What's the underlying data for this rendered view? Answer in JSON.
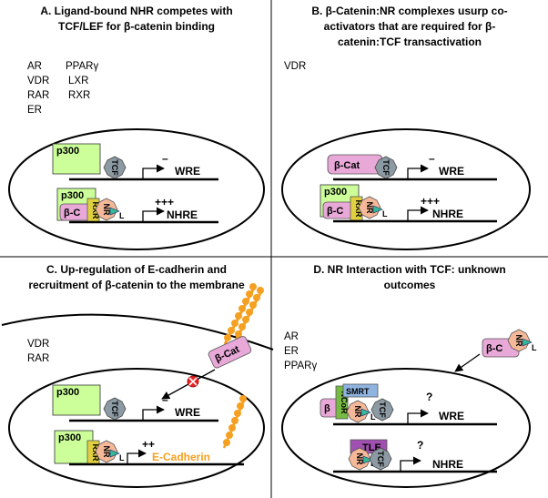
{
  "panels": {
    "a": {
      "title_line1": "A. Ligand-bound NHR competes with",
      "title_line2": "TCF/LEF for β-catenin binding",
      "ligands": [
        "AR",
        "PPARγ",
        "VDR",
        "LXR",
        "RAR",
        "RXR",
        "ER"
      ],
      "p300": "p300",
      "tcf": "TCF",
      "minus": "–",
      "wre": "WRE",
      "plus3": "+++",
      "nhre": "NHRE",
      "bc": "β-C",
      "rxr": "RXR",
      "nr": "NR",
      "l": "L"
    },
    "b": {
      "title_line1": "B. β-Catenin:NR complexes usurp co-",
      "title_line2": "activators that are required for β-",
      "title_line3": "catenin:TCF transactivation",
      "ligands": [
        "VDR"
      ],
      "bcat": "β-Cat",
      "tcf": "TCF",
      "minus": "–",
      "wre": "WRE",
      "p300": "p300",
      "bc": "β-C",
      "rxr": "RXR",
      "nr": "NR",
      "l": "L",
      "plus3": "+++",
      "nhre": "NHRE"
    },
    "c": {
      "title_line1": "C. Up-regulation of E-cadherin and",
      "title_line2": "recruitment of β-catenin to the membrane",
      "ligands": [
        "VDR",
        "RAR"
      ],
      "bcat": "β-Cat",
      "p300": "p300",
      "tcf": "TCF",
      "minus": "–",
      "wre": "WRE",
      "rxr": "RXR",
      "nr": "NR",
      "l": "L",
      "plus2": "++",
      "ecad": "E-Cadherin"
    },
    "d": {
      "title_line1": "D. NR Interaction with TCF: unknown",
      "title_line2": "outcomes",
      "ligands": [
        "AR",
        "ER",
        "PPARγ"
      ],
      "bc": "β-C",
      "nr": "NR",
      "l": "L",
      "smrt": "SMRT",
      "ncor": "NCoR",
      "b": "β",
      "tcf": "TCF",
      "q": "?",
      "wre": "WRE",
      "tle": "TLE",
      "nhre": "NHRE"
    }
  },
  "colors": {
    "p300": "#ccff99",
    "tcf": "#8c9aa3",
    "bcat": "#e8a8d8",
    "rxr": "#e0d040",
    "nr": "#f5b898",
    "ligand": "#33bb99",
    "ecad": "#f5a020",
    "tle": "#a050b0",
    "smrt": "#8fb4e0",
    "ncor": "#77bb44",
    "block": "#ee2222"
  }
}
